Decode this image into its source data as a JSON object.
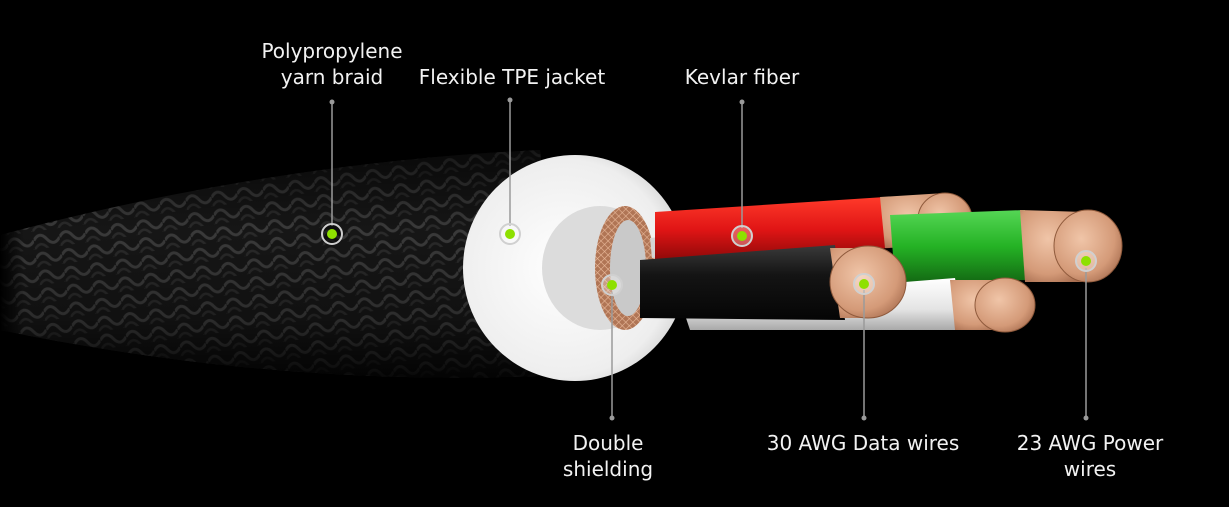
{
  "callouts": {
    "braid": "Polypropylene\nyarn braid",
    "jacket": "Flexible TPE jacket",
    "kevlar": "Kevlar fiber",
    "shielding": "Double\nshielding",
    "data_wires": "30 AWG Data wires",
    "power_wires": "23 AWG Power\nwires"
  },
  "colors": {
    "background": "#000000",
    "marker": "#8ee000",
    "leader_line": "#9a9a9a",
    "braid": "#1c1c1c",
    "jacket": "#f1f1f1",
    "copper": "#d49a78",
    "wire_red": "#e01515",
    "wire_green": "#25b325",
    "wire_black": "#111111",
    "wire_white": "#e8e8e8",
    "kevlar": "#cfcfcf"
  }
}
